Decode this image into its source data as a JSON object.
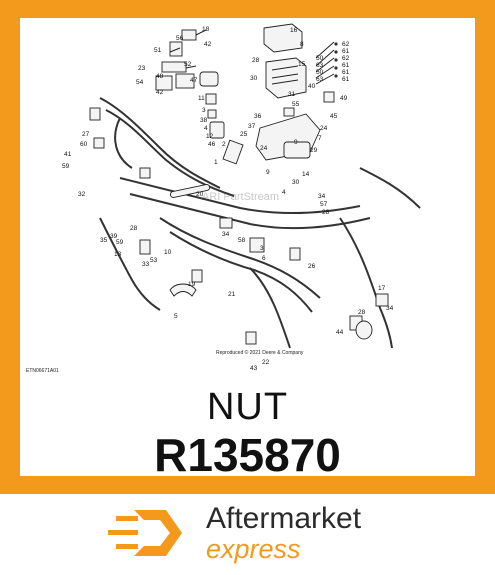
{
  "diagram": {
    "callouts": [
      "18",
      "56",
      "42",
      "51",
      "52",
      "23",
      "48",
      "54",
      "42",
      "47",
      "11",
      "3",
      "38",
      "4",
      "12",
      "46",
      "27",
      "60",
      "41",
      "59",
      "2",
      "1",
      "32",
      "20",
      "16",
      "8",
      "28",
      "30",
      "15",
      "31",
      "55",
      "40",
      "49",
      "62",
      "61",
      "62",
      "50",
      "63",
      "61",
      "50",
      "61",
      "63",
      "61",
      "45",
      "36",
      "37",
      "25",
      "24",
      "9",
      "29",
      "7",
      "24",
      "14",
      "9",
      "30",
      "34",
      "57",
      "28",
      "35",
      "39",
      "59",
      "28",
      "13",
      "33",
      "53",
      "10",
      "34",
      "58",
      "3",
      "6",
      "26",
      "19",
      "21",
      "5",
      "17",
      "34",
      "44",
      "28",
      "22",
      "43",
      "4"
    ],
    "watermark": "ARI PartStream",
    "figure_id": "ETN06671A01",
    "copyright_note": "Reproduced © 2021 Deere & Company"
  },
  "part": {
    "type": "NUT",
    "number": "R135870"
  },
  "brand": {
    "name_line1": "Aftermarket",
    "name_line2": "express",
    "accent_color": "#f39a1d",
    "frame_color": "#f39a1d",
    "icon": "hexagon-speed-logo-icon"
  }
}
